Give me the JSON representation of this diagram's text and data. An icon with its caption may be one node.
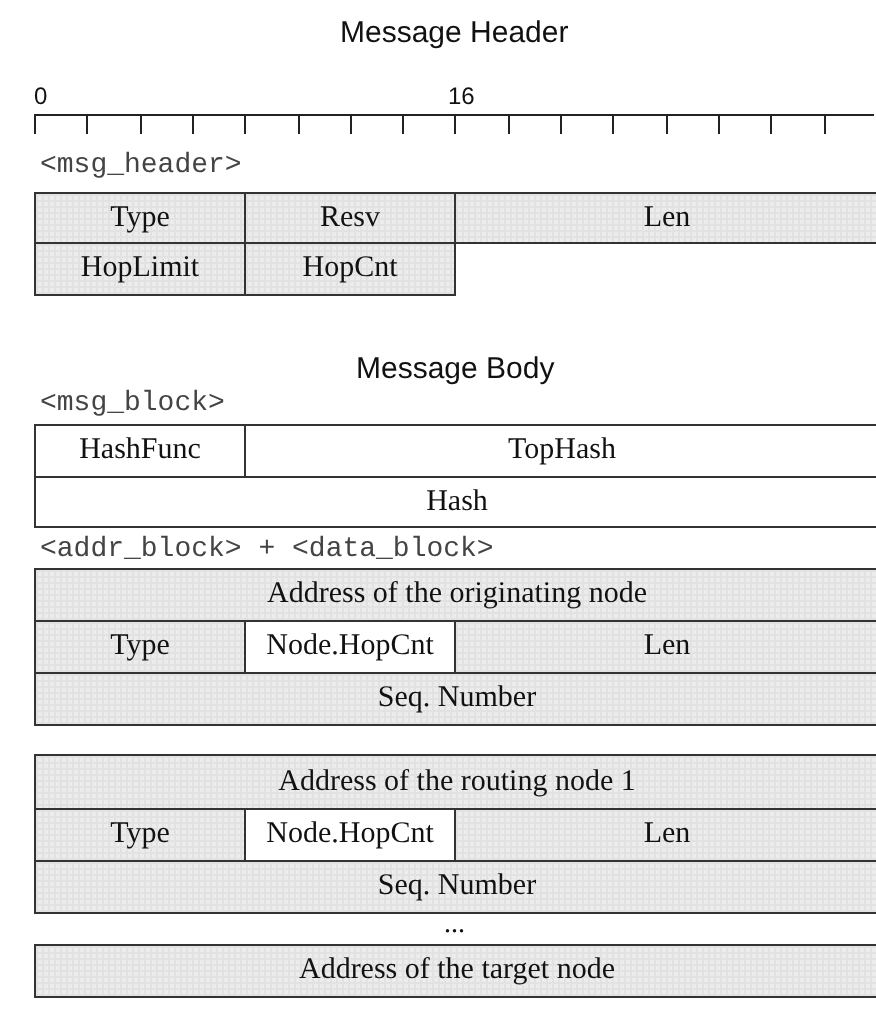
{
  "diagram": {
    "nodes": [
      {
        "text": [
          "Type"
        ]
      },
      {
        "text": [
          "Resv"
        ]
      },
      {
        "text": [
          "Len"
        ]
      },
      {
        "text": [
          "HopLimit"
        ]
      },
      {
        "text": [
          "HopCnt"
        ]
      },
      {
        "text": [
          "HashFunc"
        ]
      },
      {
        "text": [
          "TopHash"
        ]
      },
      {
        "text": [
          "Hash"
        ]
      },
      {
        "text": [
          "Address of the originating node"
        ]
      },
      {
        "text": [
          "Type"
        ]
      },
      {
        "text": [
          "Node.HopCnt"
        ]
      },
      {
        "text": [
          "Len"
        ]
      },
      {
        "text": [
          "Seq. Number"
        ]
      },
      {
        "text": [
          "Address of the routing node 1"
        ]
      },
      {
        "text": [
          "Type"
        ]
      },
      {
        "text": [
          "Node.HopCnt"
        ]
      },
      {
        "text": [
          "Len"
        ]
      },
      {
        "text": [
          "Seq. Number"
        ]
      },
      {
        "text": [
          "Address of the target node"
        ]
      }
    ],
    "labels": [
      "Message Header",
      "0",
      "16",
      "<msg_header>",
      "Message Body",
      "<msg_block>",
      "<addr_block> + <data_block>",
      "..."
    ]
  }
}
